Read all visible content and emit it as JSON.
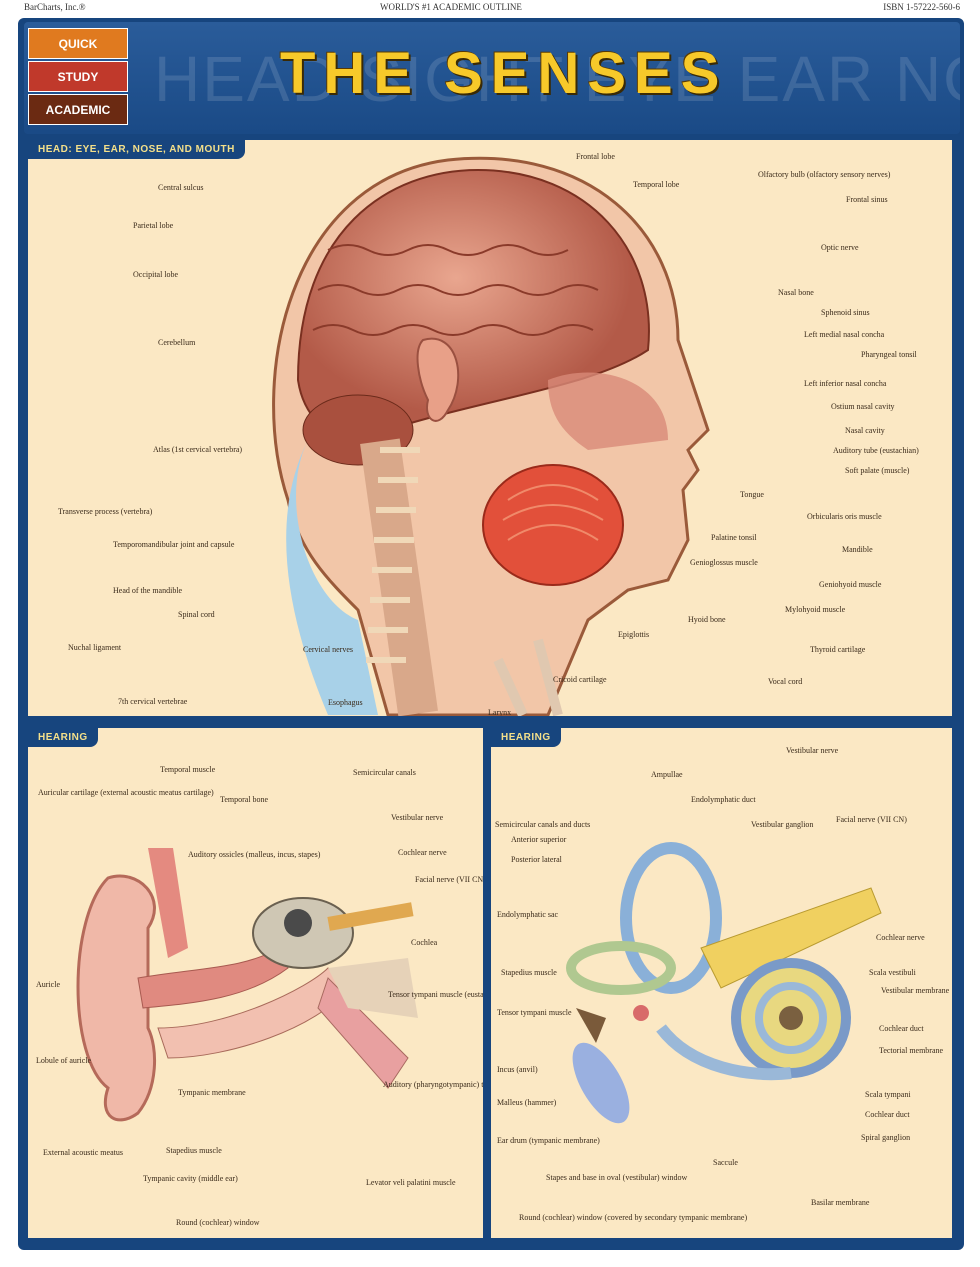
{
  "top_bar": {
    "publisher": "BarCharts, Inc.®",
    "tagline": "WORLD'S #1 ACADEMIC OUTLINE",
    "isbn": "ISBN 1-57222-560-6"
  },
  "logo": {
    "line1": "QUICK",
    "line2": "STUDY",
    "line3": "ACADEMIC"
  },
  "header": {
    "title": "THE SENSES",
    "ghost_text": "HEAD  SIGHT  EYE  EAR  NOSE"
  },
  "head_panel": {
    "tab": "HEAD: EYE, EAR, NOSE, AND MOUTH",
    "labels_left": [
      "Central sulcus",
      "Parietal lobe",
      "Occipital lobe",
      "Cerebellum",
      "Atlas (1st cervical vertebra)",
      "Transverse process (vertebra)",
      "Temporomandibular joint and capsule",
      "Head of the mandible",
      "Spinal cord",
      "Nuchal ligament",
      "7th cervical vertebrae"
    ],
    "labels_bottom": [
      "Cervical nerves",
      "Esophagus",
      "Larynx",
      "Cricoid cartilage",
      "Epiglottis",
      "Hyoid bone"
    ],
    "labels_right": [
      "Frontal lobe",
      "Temporal lobe",
      "Olfactory bulb (olfactory sensory nerves)",
      "Frontal sinus",
      "Optic nerve",
      "Nasal bone",
      "Sphenoid sinus",
      "Left medial nasal concha",
      "Pharyngeal tonsil",
      "Left inferior nasal concha",
      "Ostium nasal cavity",
      "Nasal cavity",
      "Auditory tube (eustachian)",
      "Soft palate (muscle)",
      "Tongue",
      "Orbicularis oris muscle",
      "Palatine tonsil",
      "Mandible",
      "Genioglossus muscle",
      "Geniohyoid muscle",
      "Mylohyoid muscle",
      "Thyroid cartilage",
      "Vocal cord"
    ]
  },
  "ear_panel": {
    "tab": "HEARING",
    "labels": [
      "Temporal muscle",
      "Auricular cartilage (external acoustic meatus cartilage)",
      "Temporal bone",
      "Semicircular canals",
      "Vestibular nerve",
      "Auditory ossicles (malleus, incus, stapes)",
      "Cochlear nerve",
      "Facial nerve (VII CN)",
      "Cochlea",
      "Auricle",
      "Tensor tympani muscle (eustachian tube)",
      "Lobule of auricle",
      "Tympanic membrane",
      "Auditory (pharyngotympanic) tube",
      "External acoustic meatus",
      "Stapedius muscle",
      "Tympanic cavity (middle ear)",
      "Levator veli palatini muscle",
      "Round (cochlear) window"
    ]
  },
  "inner_ear_panel": {
    "tab": "HEARING",
    "labels": [
      "Vestibular nerve",
      "Ampullae",
      "Endolymphatic duct",
      "Semicircular canals and ducts",
      "Anterior superior",
      "Posterior lateral",
      "Vestibular ganglion",
      "Facial nerve (VII CN)",
      "Endolymphatic sac",
      "Cochlear nerve",
      "Stapedius muscle",
      "Scala vestibuli",
      "Vestibular membrane",
      "Tensor tympani muscle",
      "Cochlear duct",
      "Tectorial membrane",
      "Incus (anvil)",
      "Malleus (hammer)",
      "Scala tympani",
      "Cochlear duct",
      "Spiral ganglion",
      "Ear drum (tympanic membrane)",
      "Saccule",
      "Stapes and base in oval (vestibular) window",
      "Basilar membrane",
      "Round (cochlear) window (covered by secondary tympanic membrane)"
    ]
  },
  "colors": {
    "frame": "#17457e",
    "title": "#f7c92a",
    "panel": "#fbe8c4"
  }
}
